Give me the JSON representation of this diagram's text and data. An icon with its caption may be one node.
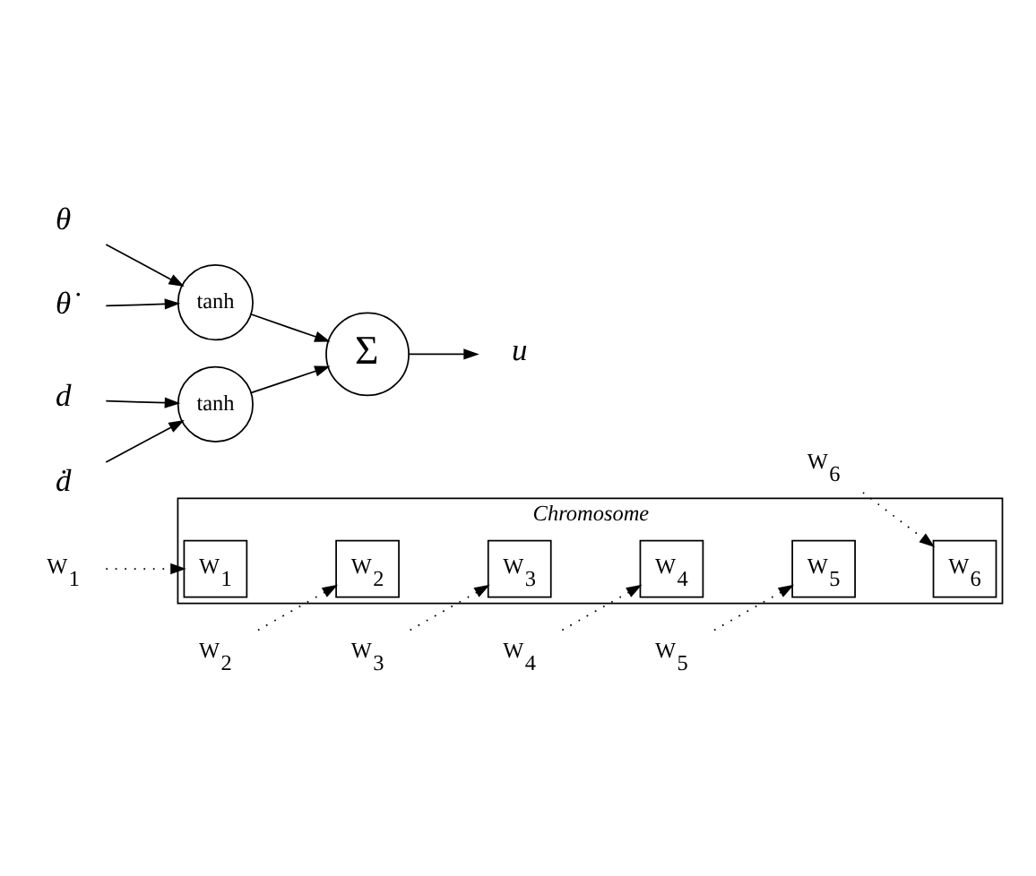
{
  "diagram": {
    "nodes": [
      {
        "text": [
          "Chromosome"
        ]
      },
      {
        "text": [
          "W$_{1}$"
        ],
        "in": 0
      },
      {
        "text": [
          "W$_{2}$"
        ],
        "in": 0
      },
      {
        "text": [
          "W$_{3}$"
        ],
        "in": 0
      },
      {
        "text": [
          "W$_{4}$"
        ],
        "in": 0
      },
      {
        "text": [
          "W$_{5}$"
        ],
        "in": 0
      },
      {
        "text": [
          "W$_{6}$"
        ],
        "in": 0
      },
      {
        "text": [
          "W$_{1}$"
        ]
      },
      {
        "text": [
          "θ"
        ]
      },
      {
        "text": [
          "W$_{2}$"
        ]
      },
      {
        "text": [
          "θ̇"
        ]
      },
      {
        "text": [
          "W$_{3}$"
        ]
      },
      {
        "text": [
          "W$_{4}$"
        ]
      },
      {
        "text": [
          "d"
        ]
      },
      {
        "text": [
          "ḋ"
        ]
      },
      {
        "text": [
          "tanh"
        ]
      },
      {
        "text": [
          "tanh"
        ]
      },
      {
        "text": [
          "W$_{5}$"
        ]
      },
      {
        "text": [
          "W$_{6}$"
        ]
      },
      {
        "text": [
          "Σ"
        ]
      },
      {
        "text": [
          "u"
        ]
      }
    ],
    "edges": [
      {
        "from": 8,
        "to": 15,
        "arrow": "to"
      },
      {
        "from": 10,
        "to": 15,
        "arrow": "to"
      },
      {
        "from": 13,
        "to": 16,
        "arrow": "to"
      },
      {
        "from": 14,
        "to": 16,
        "arrow": "to"
      },
      {
        "from": 15,
        "to": 19,
        "arrow": "to"
      },
      {
        "from": 16,
        "to": 19,
        "arrow": "to"
      },
      {
        "from": 19,
        "to": 20,
        "arrow": "to"
      },
      {
        "from": 7,
        "to": 1,
        "arrow": "to",
        "style": "dashed"
      },
      {
        "from": 9,
        "to": 2,
        "arrow": "to",
        "style": "dashed"
      },
      {
        "from": 11,
        "to": 3,
        "arrow": "to",
        "style": "dashed"
      },
      {
        "from": 12,
        "to": 4,
        "arrow": "to",
        "style": "dashed"
      },
      {
        "from": 17,
        "to": 5,
        "arrow": "to",
        "style": "dashed"
      },
      {
        "from": 18,
        "to": 6,
        "arrow": "to",
        "style": "dashed"
      }
    ]
  }
}
